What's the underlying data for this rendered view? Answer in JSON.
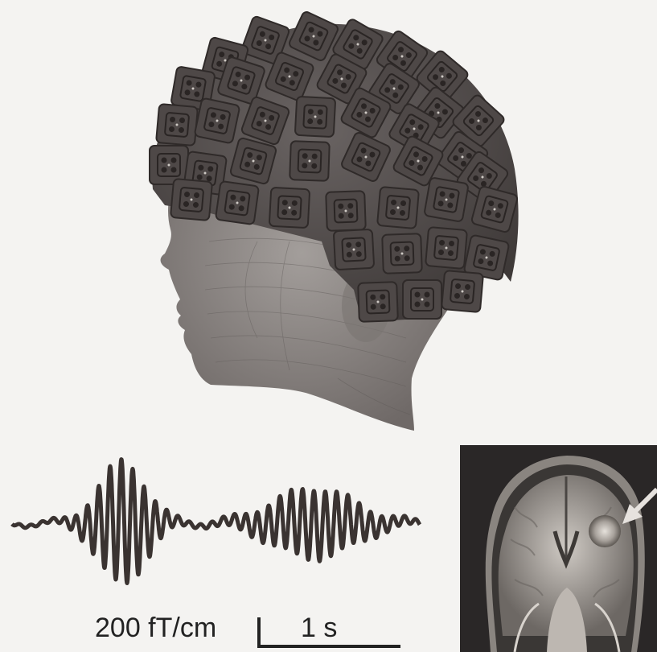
{
  "figure": {
    "scale_bar": {
      "amplitude_label": "200 fT/cm",
      "time_label": "1 s"
    }
  },
  "colors": {
    "background": "#f4f3f1",
    "sensor_tile": "#4e4847",
    "head": "#8d8784",
    "trace": "#3a3331",
    "mri_bg": "#2a2727"
  },
  "icons": [
    "head-model",
    "sensor-helmet",
    "meg-trace",
    "mri-slice",
    "arrow-icon"
  ]
}
